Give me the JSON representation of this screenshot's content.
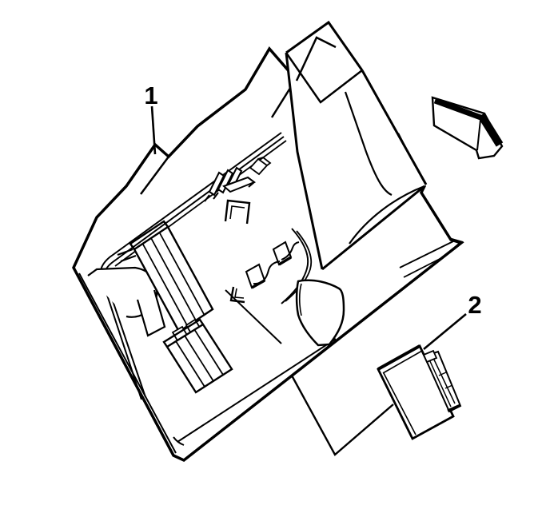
{
  "page": {
    "background_color": "#ffffff",
    "line_color": "#000000"
  },
  "figure": {
    "type": "exploded-view line illustration",
    "callouts": [
      {
        "number": "1"
      },
      {
        "number": "2"
      }
    ],
    "arrow": {
      "style": "3d-block-arrow",
      "direction": "down-right"
    }
  }
}
